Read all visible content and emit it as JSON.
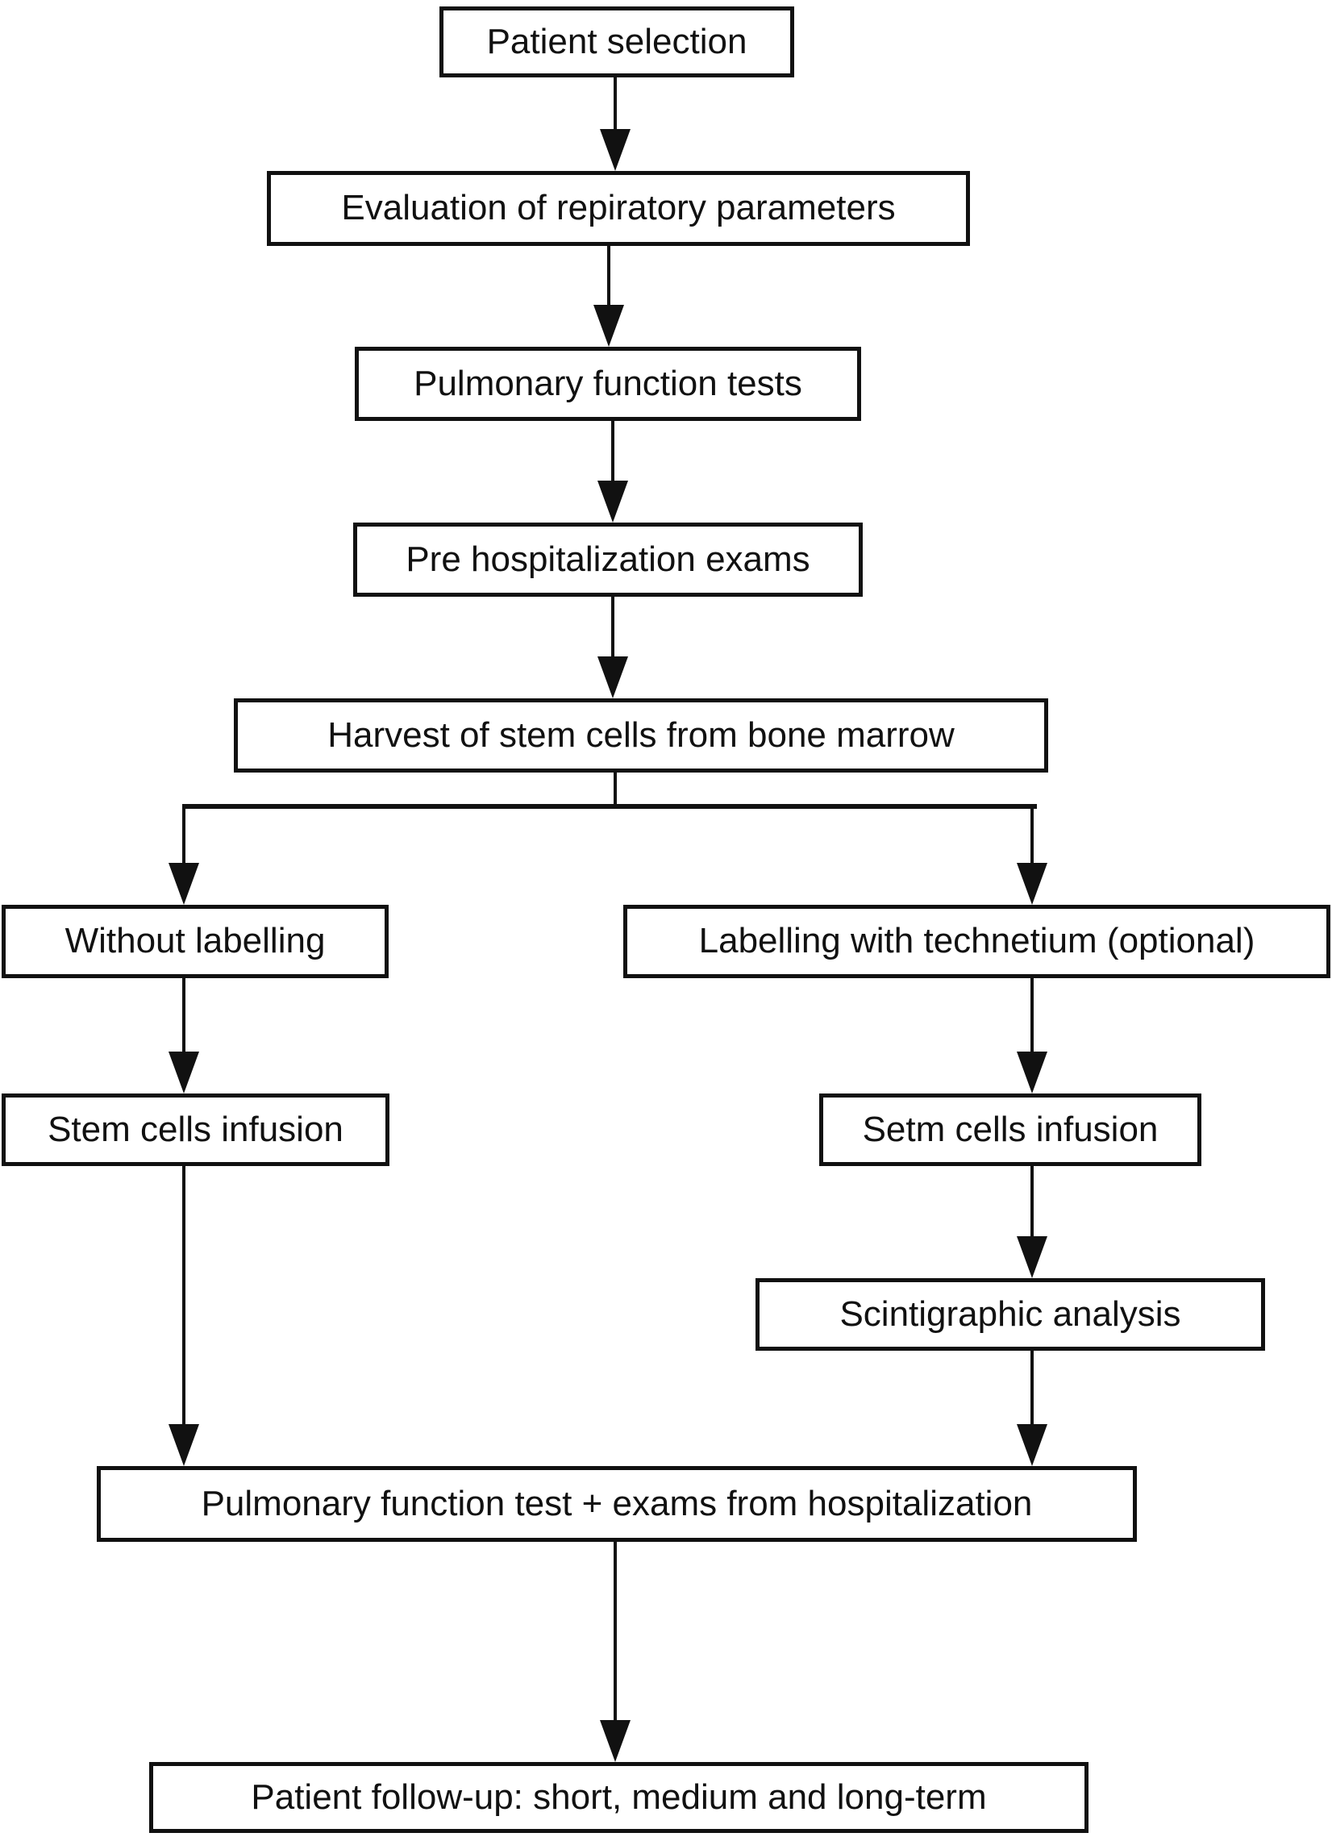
{
  "diagram": {
    "type": "flowchart",
    "colors": {
      "ink": "#111111",
      "box_fill": "#ffffff",
      "background": "#ffffff"
    },
    "nodes": {
      "patient_selection": "Patient selection",
      "evaluation_respiratory": "Evaluation of repiratory parameters",
      "pulmonary_function_tests": "Pulmonary function tests",
      "pre_hospitalization_exams": "Pre hospitalization exams",
      "harvest_stem_cells": "Harvest of stem cells from bone marrow",
      "without_labelling": "Without labelling",
      "labelling_technetium": "Labelling with technetium (optional)",
      "stem_cells_infusion": "Stem cells infusion",
      "setm_cells_infusion": "Setm cells infusion",
      "scintigraphic_analysis": "Scintigraphic analysis",
      "pft_exams_hospitalization": "Pulmonary function test + exams from hospitalization",
      "patient_followup": "Patient follow-up: short, medium and long-term"
    },
    "edges": [
      {
        "from": "patient_selection",
        "to": "evaluation_respiratory"
      },
      {
        "from": "evaluation_respiratory",
        "to": "pulmonary_function_tests"
      },
      {
        "from": "pulmonary_function_tests",
        "to": "pre_hospitalization_exams"
      },
      {
        "from": "pre_hospitalization_exams",
        "to": "harvest_stem_cells"
      },
      {
        "from": "harvest_stem_cells",
        "to": "without_labelling"
      },
      {
        "from": "harvest_stem_cells",
        "to": "labelling_technetium"
      },
      {
        "from": "without_labelling",
        "to": "stem_cells_infusion"
      },
      {
        "from": "labelling_technetium",
        "to": "setm_cells_infusion"
      },
      {
        "from": "setm_cells_infusion",
        "to": "scintigraphic_analysis"
      },
      {
        "from": "stem_cells_infusion",
        "to": "pft_exams_hospitalization"
      },
      {
        "from": "scintigraphic_analysis",
        "to": "pft_exams_hospitalization"
      },
      {
        "from": "pft_exams_hospitalization",
        "to": "patient_followup"
      }
    ]
  }
}
